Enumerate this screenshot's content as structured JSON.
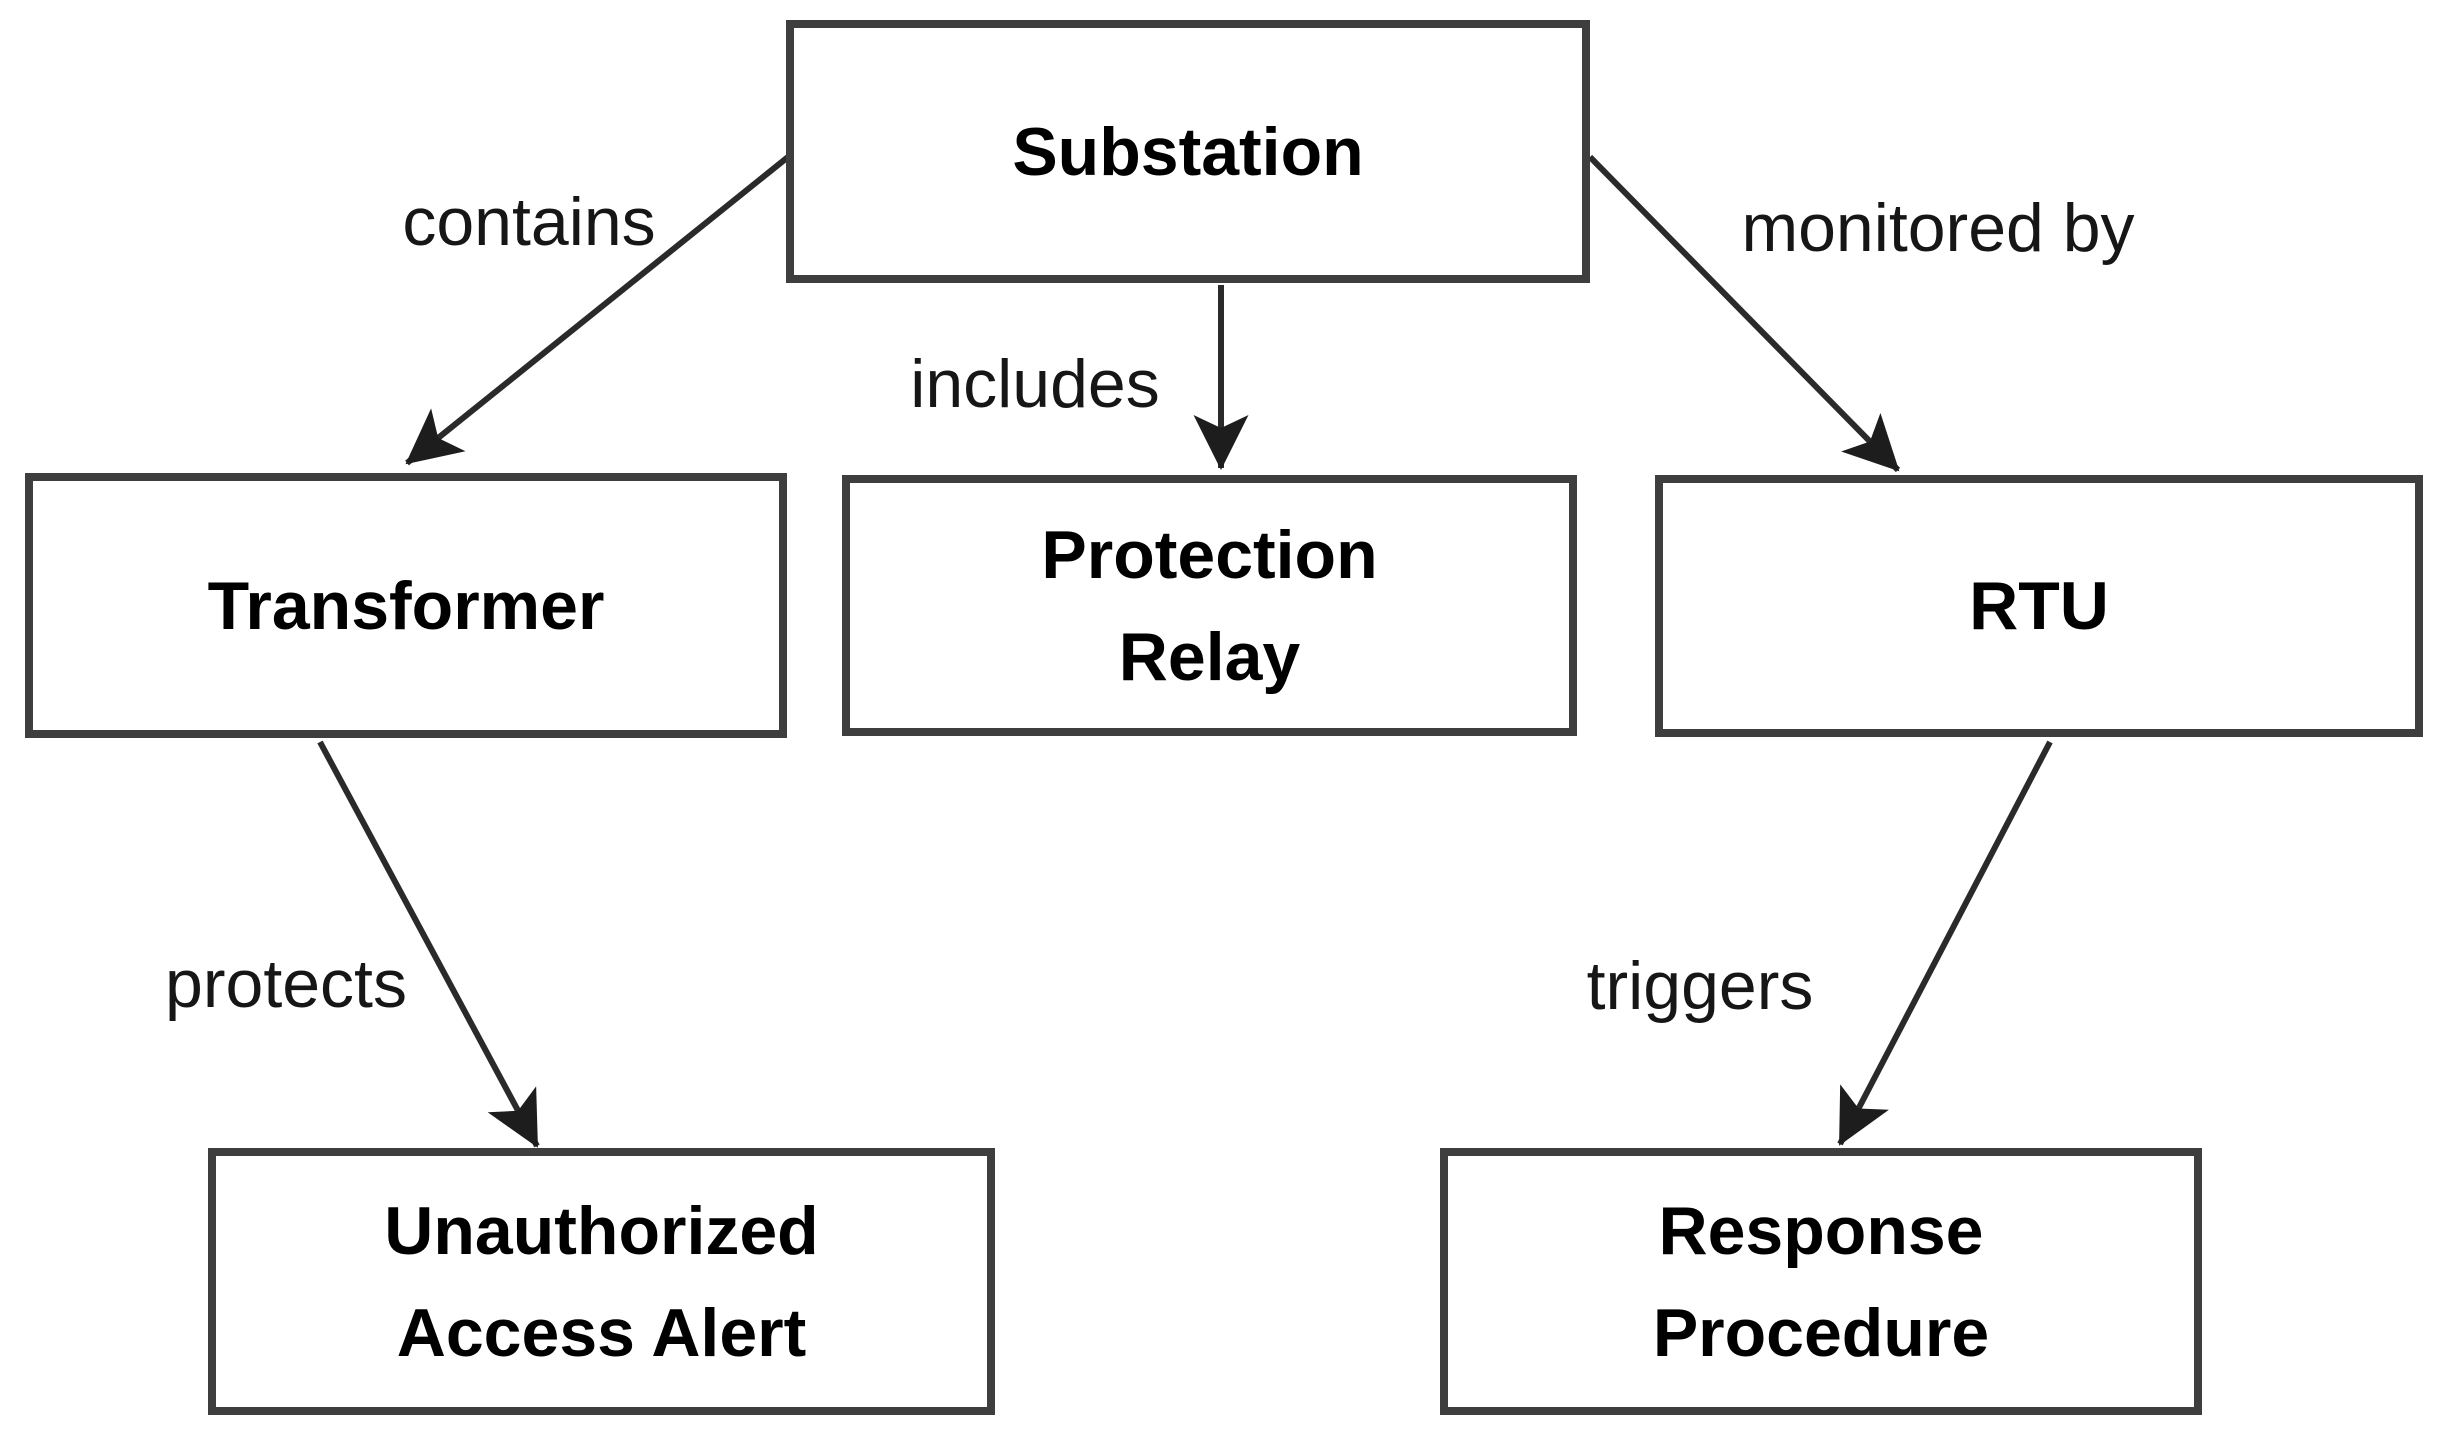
{
  "diagram": {
    "colors": {
      "background": "#ffffff",
      "box_border": "#3e3e3e",
      "box_fill": "#ffffff",
      "line": "#2a2a2a",
      "text": "#000000"
    },
    "nodes": [
      {
        "id": "substation",
        "label": "Substation",
        "lines": [
          "Substation"
        ]
      },
      {
        "id": "transformer",
        "label": "Transformer",
        "lines": [
          "Transformer"
        ]
      },
      {
        "id": "protection-relay",
        "label": "Protection Relay",
        "lines": [
          "Protection",
          "Relay"
        ]
      },
      {
        "id": "rtu",
        "label": "RTU",
        "lines": [
          "RTU"
        ]
      },
      {
        "id": "unauthorized-access-alert",
        "label": "Unauthorized Access Alert",
        "lines": [
          "Unauthorized",
          "Access Alert"
        ]
      },
      {
        "id": "response-procedure",
        "label": "Response Procedure",
        "lines": [
          "Response",
          "Procedure"
        ]
      }
    ],
    "edges": [
      {
        "from": "Substation",
        "to": "Transformer",
        "label": "contains"
      },
      {
        "from": "Substation",
        "to": "Protection Relay",
        "label": "includes"
      },
      {
        "from": "Substation",
        "to": "RTU",
        "label": "monitored by"
      },
      {
        "from": "Transformer",
        "to": "Unauthorized Access Alert",
        "label": "protects"
      },
      {
        "from": "RTU",
        "to": "Response Procedure",
        "label": "triggers"
      }
    ]
  }
}
